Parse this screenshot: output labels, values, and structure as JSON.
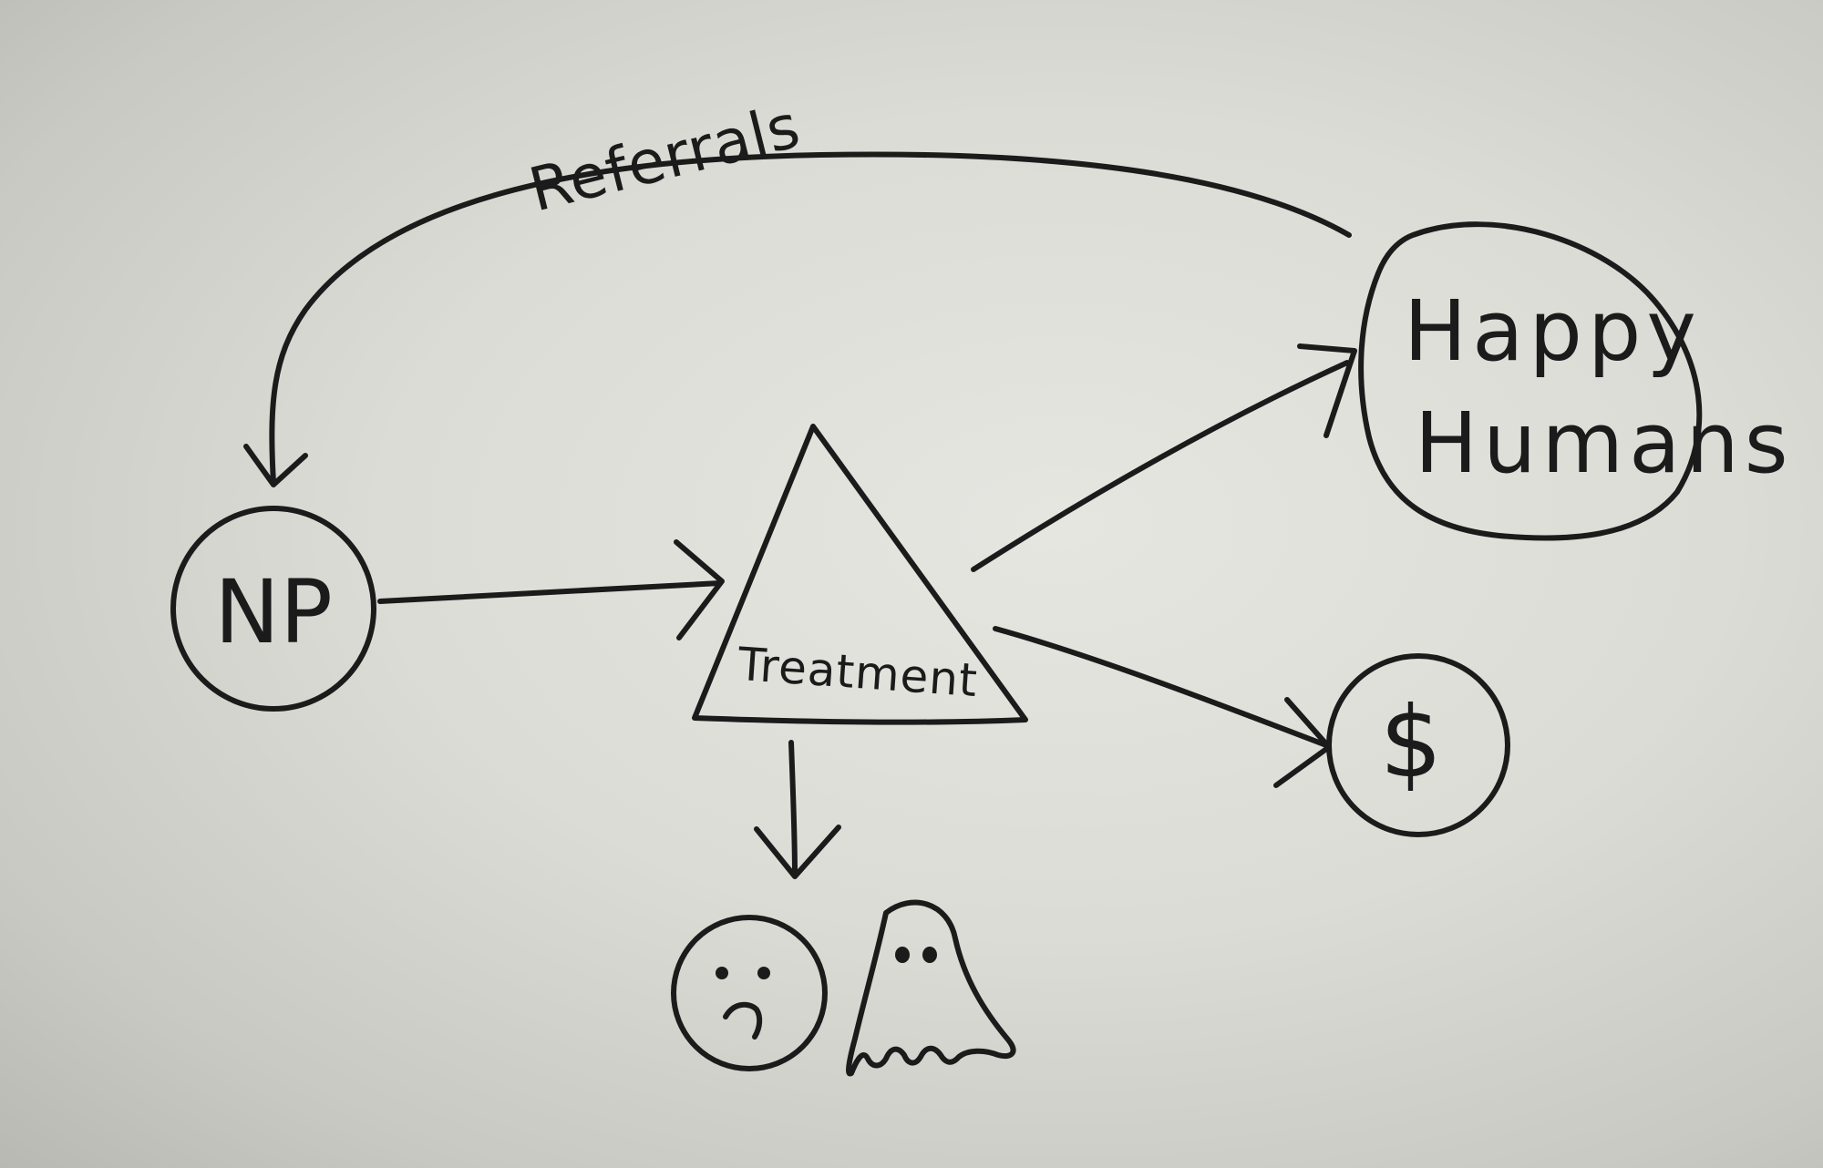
{
  "diagram": {
    "referrals_label": "Referrals",
    "np_label": "NP",
    "treatment_label": "Treatment",
    "happy_humans_line1": "Happy",
    "happy_humans_line2": "Humans",
    "dollar_label": "$",
    "ink_color": "#1b1b1b",
    "paper_color": "#e2e2dd"
  }
}
